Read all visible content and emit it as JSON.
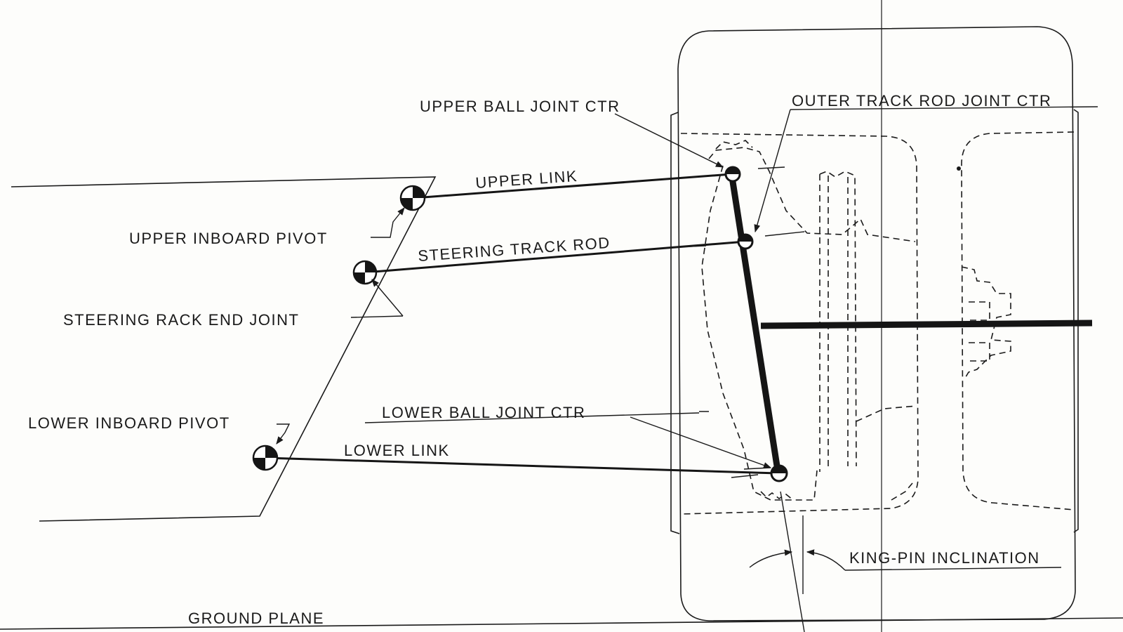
{
  "labels": {
    "upper_ball_joint_ctr": "UPPER BALL JOINT CTR",
    "outer_track_rod_joint_ctr": "OUTER TRACK ROD JOINT CTR",
    "upper_link": "UPPER LINK",
    "upper_inboard_pivot": "UPPER INBOARD PIVOT",
    "steering_track_rod": "STEERING TRACK ROD",
    "steering_rack_end_joint": "STEERING RACK END JOINT",
    "lower_ball_joint_ctr": "LOWER BALL JOINT CTR",
    "lower_inboard_pivot": "LOWER INBOARD PIVOT",
    "lower_link": "LOWER LINK",
    "king_pin_inclination": "KING-PIN INCLINATION",
    "ground_plane": "GROUND PLANE"
  },
  "colors": {
    "ink": "#1a1a1a",
    "paper": "#fdfdfb"
  }
}
